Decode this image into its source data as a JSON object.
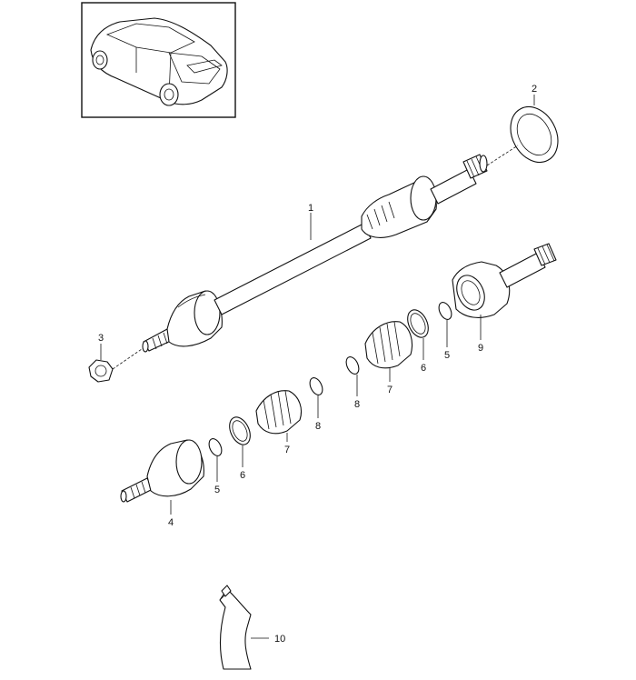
{
  "callouts": {
    "c1": "1",
    "c2": "2",
    "c3": "3",
    "c4": "4",
    "c5a": "5",
    "c5b": "5",
    "c6a": "6",
    "c6b": "6",
    "c7a": "7",
    "c7b": "7",
    "c8a": "8",
    "c8b": "8",
    "c9": "9",
    "c10": "10"
  }
}
